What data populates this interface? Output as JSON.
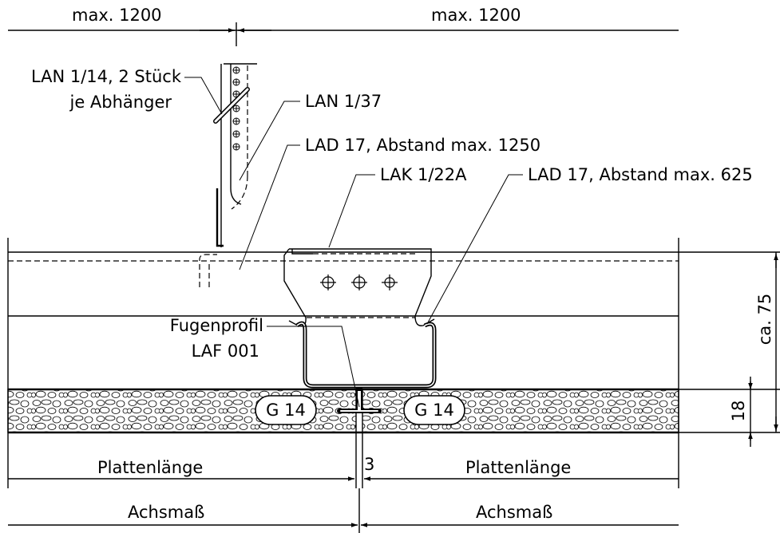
{
  "dimensions": {
    "left_span": "max. 1200",
    "right_span": "max. 1200",
    "height_total": "ca. 75",
    "board_thickness": "18",
    "joint_gap": "3",
    "board_length_left": "Plattenlänge",
    "board_length_right": "Plattenlänge",
    "axis_left": "Achsmaß",
    "axis_right": "Achsmaß"
  },
  "callouts": {
    "lan114_line1": "LAN 1/14, 2 Stück",
    "lan114_line2": "je Abhänger",
    "lan137": "LAN 1/37",
    "lad17_1250": "LAD 17, Abstand max. 1250",
    "lak122a": "LAK 1/22A",
    "lad17_625": "LAD 17, Abstand max. 625",
    "fugenprofil_line1": "Fugenprofil",
    "fugenprofil_line2": "LAF 001"
  },
  "boards": {
    "left": "G 14",
    "right": "G 14"
  }
}
